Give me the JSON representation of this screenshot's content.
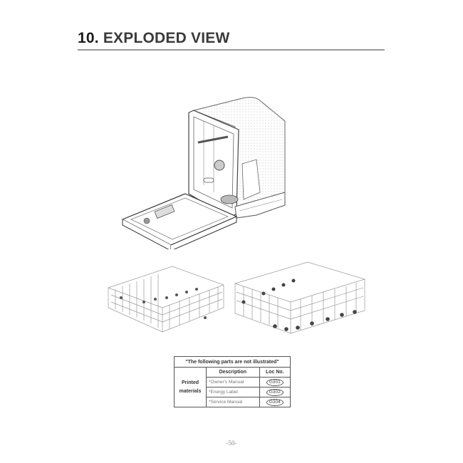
{
  "header": {
    "section_number": "10.",
    "section_title": "EXPLODED VIEW"
  },
  "figures": {
    "main_unit": "dishwasher-tub-and-door-assembly",
    "upper_rack": "upper-dish-rack",
    "lower_rack": "lower-dish-rack"
  },
  "notes_table": {
    "caption": "\"The following parts are not illustrated\"",
    "columns": [
      "Description",
      "Loc No."
    ],
    "group_label_line1": "Printed",
    "group_label_line2": "materials",
    "rows": [
      {
        "description": "*Owner's Manual",
        "loc": "G301"
      },
      {
        "description": "*Energy Label",
        "loc": "G302"
      },
      {
        "description": "*Service Manual",
        "loc": "G304"
      }
    ]
  },
  "footer": {
    "page_number": "-50-"
  }
}
